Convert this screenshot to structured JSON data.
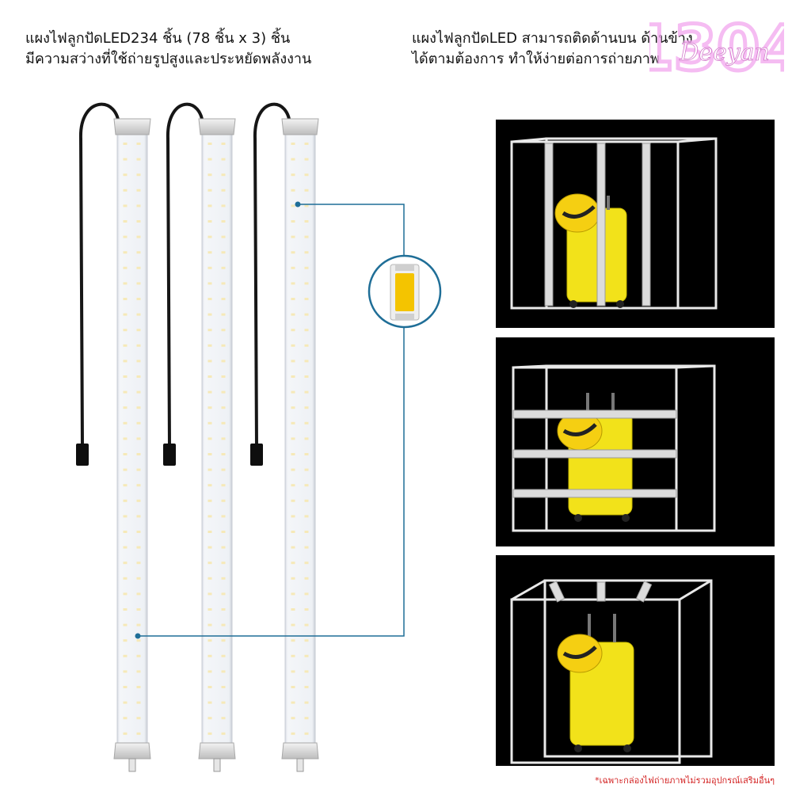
{
  "headline": {
    "left_line1": "แผงไฟลูกปัดLED234 ชิ้น (78 ชิ้น x 3) ชิ้น",
    "left_line2": "มีความสว่างที่ใช้ถ่ายรูปสูงและประหยัดพลังงาน",
    "right_line1": "แผงไฟลูกปัดLED สามารถติดด้านบน ด้านข้าง",
    "right_line2": "ได้ตามต้องการ ทำให้ง่ายต่อการถ่ายภาพ"
  },
  "watermark": {
    "number": "1304",
    "script": "Deeyan"
  },
  "footnote": "*เฉพาะกล่องไฟถ่ายภาพไม่รวมอุปกรณ์เสริมอื่นๆ",
  "colors": {
    "accent_line": "#1f6e97",
    "led_chip": "#f4c400",
    "suitcase": "#f2e21a",
    "watermark": "#e879e0",
    "footnote": "#d32222"
  },
  "panels": [
    {
      "mount": "vertical-front"
    },
    {
      "mount": "horizontal-front"
    },
    {
      "mount": "top"
    }
  ]
}
